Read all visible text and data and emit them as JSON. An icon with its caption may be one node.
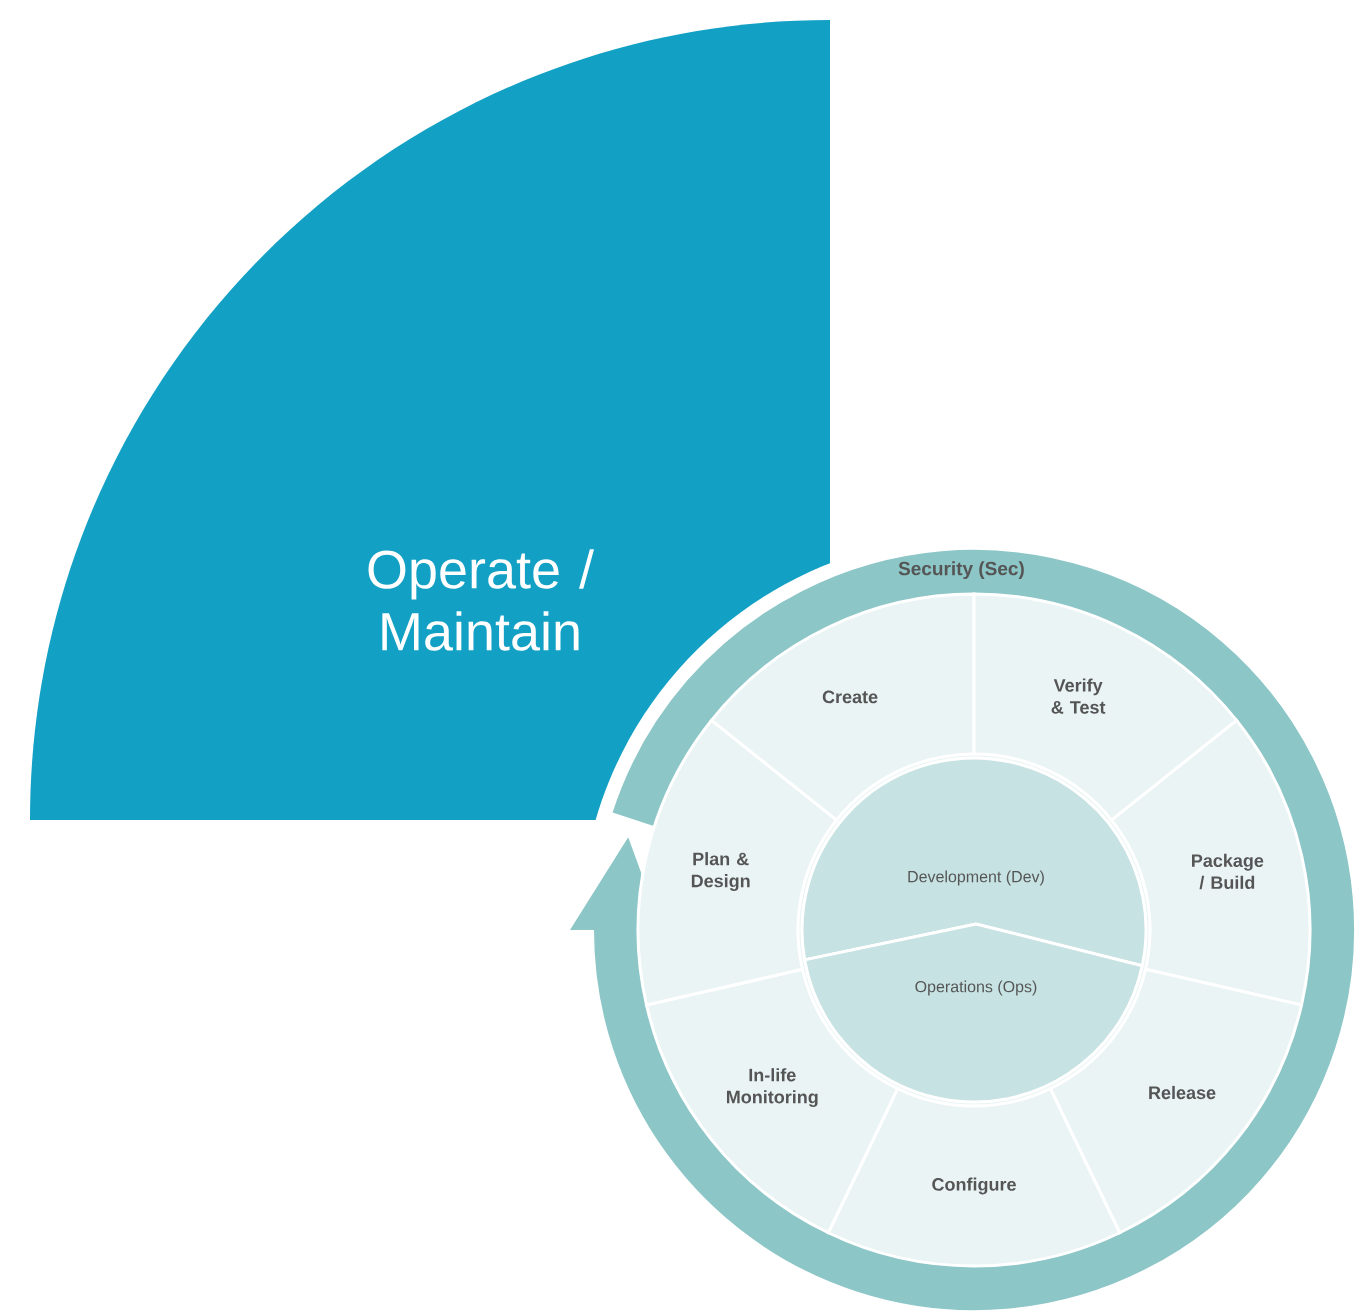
{
  "diagram": {
    "nodes": [
      {
        "text": [
          "Operate / Maintain"
        ]
      },
      {
        "text": [
          "Security (Sec)"
        ]
      },
      {
        "text": [
          "Create"
        ],
        "in": 1
      },
      {
        "text": [
          "Verify & Test"
        ],
        "in": 1
      },
      {
        "text": [
          "Package / Build"
        ],
        "in": 1
      },
      {
        "text": [
          "Release"
        ],
        "in": 1
      },
      {
        "text": [
          "Configure"
        ],
        "in": 1
      },
      {
        "text": [
          "In-life Monitoring"
        ],
        "in": 1
      },
      {
        "text": [
          "Plan & Design"
        ],
        "in": 1
      },
      {
        "text": [
          "Development (Dev)"
        ],
        "in": 1
      },
      {
        "text": [
          "Operations (Ops)"
        ],
        "in": 1
      }
    ]
  }
}
